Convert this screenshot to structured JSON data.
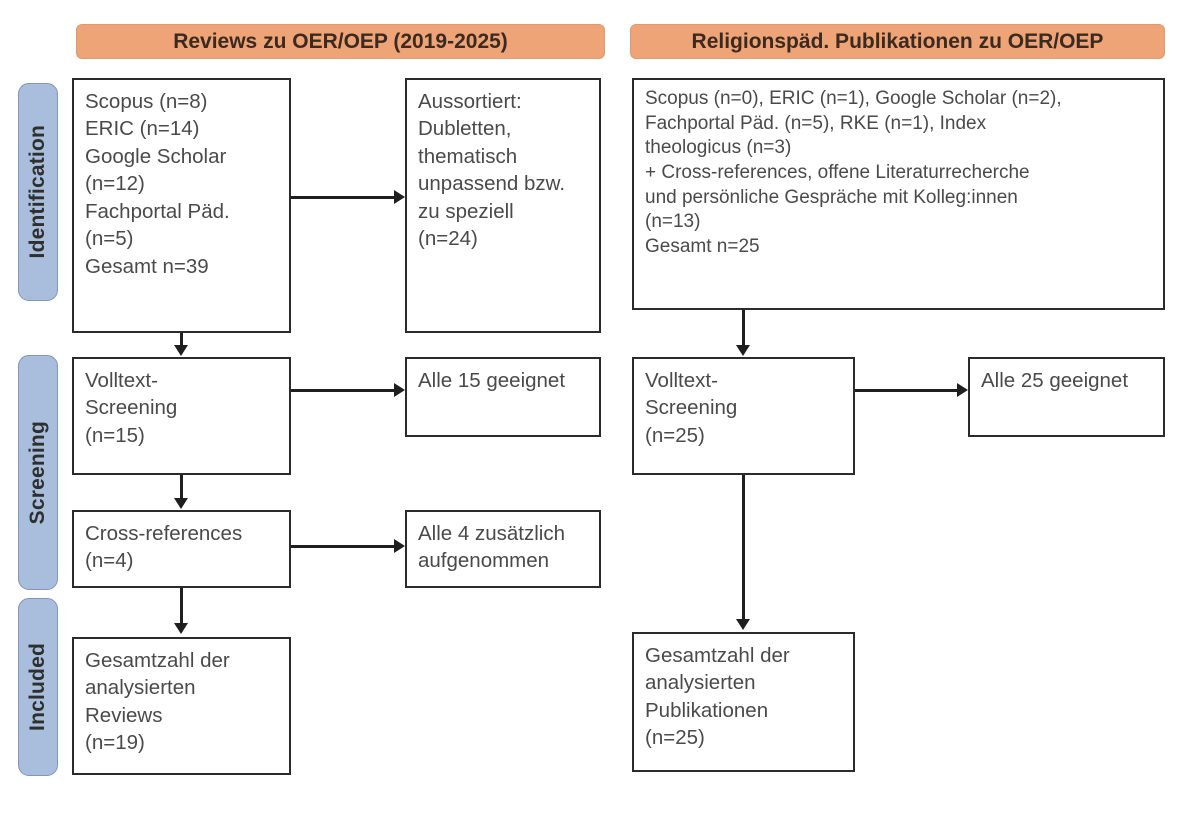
{
  "figure": {
    "type": "prisma-flow-diagram",
    "columns": [
      {
        "id": "reviews",
        "title": "Reviews zu OER/OEP (2019-2025)"
      },
      {
        "id": "religionspaed",
        "title": "Religionspäd. Publikationen zu OER/OEP"
      }
    ],
    "phases": [
      {
        "id": "identification",
        "label": "Identification"
      },
      {
        "id": "screening",
        "label": "Screening"
      },
      {
        "id": "included",
        "label": "Included"
      }
    ],
    "colors": {
      "header_banner": "#efa478",
      "phase_pill": "#a9bddc",
      "phase_pill_border": "#7f95bb",
      "box_border": "#2b2b2b",
      "connector": "#1f1f1f",
      "text": "#4a4a4a",
      "background": "#ffffff"
    }
  },
  "boxes": {
    "left_identification_sources": "Scopus (n=8)\nERIC (n=14)\nGoogle Scholar\n(n=12)\nFachportal Päd.\n(n=5)\nGesamt n=39",
    "left_excluded": "Aussortiert:\nDubletten,\nthematisch\nunpassend bzw.\nzu speziell\n(n=24)",
    "left_fulltext_screening": "Volltext-\nScreening\n(n=15)",
    "left_fulltext_result": "Alle 15 geeignet",
    "left_cross_references": "Cross-references\n(n=4)",
    "left_cross_references_result": "Alle 4 zusätzlich\naufgenommen",
    "left_included_total": "Gesamtzahl der\nanalysierten\nReviews\n(n=19)",
    "right_identification_sources": "Scopus (n=0), ERIC (n=1), Google Scholar (n=2),\nFachportal Päd. (n=5), RKE (n=1), Index\ntheologicus (n=3)\n+ Cross-references, offene Literaturrecherche\nund persönliche Gespräche mit Kolleg:innen\n(n=13)\nGesamt n=25",
    "right_fulltext_screening": "Volltext-\nScreening\n(n=25)",
    "right_fulltext_result": "Alle 25 geeignet",
    "right_included_total": "Gesamtzahl der\nanalysierten\nPublikationen\n(n=25)"
  },
  "counts": {
    "left_scopus": 8,
    "left_eric": 14,
    "left_google_scholar": 12,
    "left_fachportal": 5,
    "left_total_identified": 39,
    "left_excluded": 24,
    "left_fulltext_screened": 15,
    "left_fulltext_eligible": 15,
    "left_cross_references": 4,
    "left_cross_references_added": 4,
    "left_included": 19,
    "right_scopus": 0,
    "right_eric": 1,
    "right_google_scholar": 2,
    "right_fachportal": 5,
    "right_rke": 1,
    "right_index_theologicus": 3,
    "right_additional_sources": 13,
    "right_total_identified": 25,
    "right_fulltext_screened": 25,
    "right_fulltext_eligible": 25,
    "right_included": 25
  }
}
